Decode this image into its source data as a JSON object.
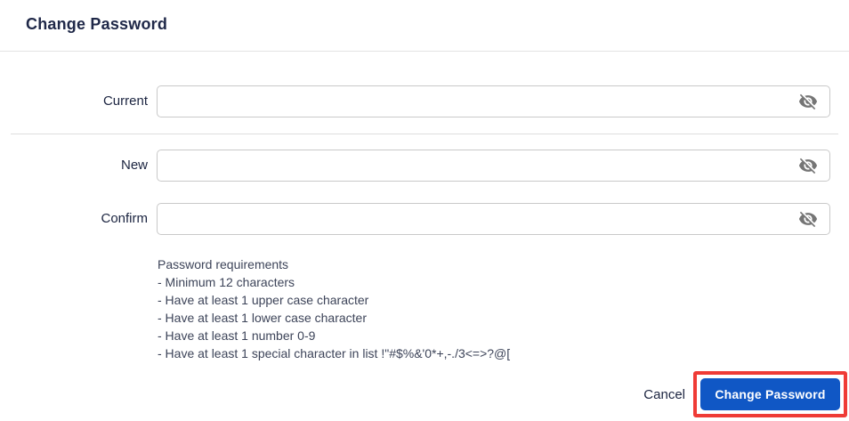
{
  "header": {
    "title": "Change Password"
  },
  "form": {
    "fields": [
      {
        "label": "Current",
        "value": "",
        "icon": "visibility-off-icon"
      },
      {
        "label": "New",
        "value": "",
        "icon": "visibility-off-icon"
      },
      {
        "label": "Confirm",
        "value": "",
        "icon": "visibility-off-icon"
      }
    ]
  },
  "requirements": {
    "heading": "Password requirements",
    "items": [
      "- Minimum 12 characters",
      "- Have at least 1 upper case character",
      "- Have at least 1 lower case character",
      "- Have at least 1 number 0-9",
      "- Have at least 1 special character in list !\"#$%&'0*+,-./3<=>?@["
    ]
  },
  "actions": {
    "cancel_label": "Cancel",
    "submit_label": "Change Password"
  },
  "colors": {
    "primary_button": "#1057c5",
    "annotation_highlight": "#ef3b36",
    "icon_gray": "#757575",
    "heading_text": "#1f2848"
  }
}
